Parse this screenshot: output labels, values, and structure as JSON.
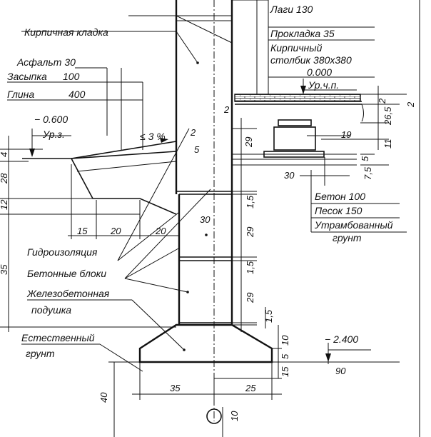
{
  "labels": {
    "brick_masonry": "Кирпичная кладка",
    "asphalt": "Асфальт 30",
    "backfill": "Засыпка",
    "backfill_val": "100",
    "clay": "Глина",
    "clay_val": "400",
    "joists": "Лаги 130",
    "pad": "Прокладка 35",
    "brick_column_1": "Кирпичный",
    "brick_column_2": "столбик 380х380",
    "floor_level_value": "0.000",
    "floor_level_tag": "Ур.ч.п.",
    "ground_level_value": "− 0.600",
    "ground_level_tag": "Ур.з.",
    "slope": "≤ 3 %",
    "concrete": "Бетон 100",
    "sand": "Песок 150",
    "compacted_1": "Утрамбованный",
    "compacted_2": "грунт",
    "waterproofing": "Гидроизоляция",
    "concrete_blocks": "Бетонные блоки",
    "rc_cushion_1": "Железобетонная",
    "rc_cushion_2": "подушка",
    "natural_ground_1": "Естественный",
    "natural_ground_2": "грунт",
    "bottom_level_value": "− 2.400"
  },
  "dims": {
    "d2a": "2",
    "d2b": "2",
    "d26_5": "26,5",
    "d2c": "2",
    "d2_slope": "2",
    "d5_slope": "5",
    "d29_top": "29",
    "d19": "19",
    "d11": "11",
    "d5_col": "5",
    "d30_col": "30",
    "d7_5": "7,5",
    "d4": "4",
    "d28": "28",
    "d12": "12",
    "d35_left": "35",
    "d15": "15",
    "d20a": "20",
    "d20b": "20",
    "d30_blocks": "30",
    "d1_5a": "1,5",
    "d29_mid": "29",
    "d1_5b": "1,5",
    "d29_low": "29",
    "d1_5c": "1,5",
    "d10": "10",
    "d5_pad": "5",
    "d15_pad": "15",
    "d90": "90",
    "d35_bottom": "35",
    "d25": "25",
    "d40": "40",
    "d10_circle": "10"
  }
}
